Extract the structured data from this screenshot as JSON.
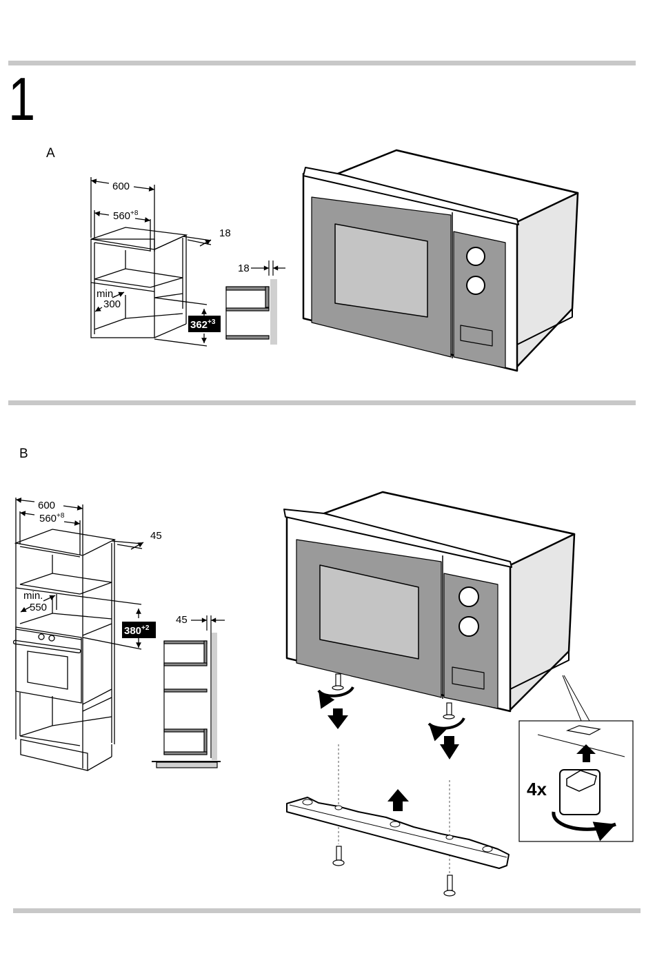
{
  "document": {
    "step_number": "1",
    "sections": [
      {
        "label": "A",
        "dimensions": {
          "cabinet_width": "600",
          "opening_width": "560",
          "opening_width_tolerance": "+8",
          "panel_thickness": "18",
          "side_panel_thickness": "18",
          "min_depth_label": "min.",
          "min_depth": "300",
          "opening_height": "362",
          "opening_height_tolerance": "+3"
        }
      },
      {
        "label": "B",
        "dimensions": {
          "cabinet_width": "600",
          "opening_width": "560",
          "opening_width_tolerance": "+8",
          "panel_thickness": "45",
          "side_panel_thickness": "45",
          "min_depth_label": "min.",
          "min_depth": "550",
          "opening_height": "380",
          "opening_height_tolerance": "+2"
        },
        "detail_callout": {
          "quantity_label": "4x"
        }
      }
    ],
    "colors": {
      "separator": "#c8c8c8",
      "appliance_panel": "#9a9a9a",
      "appliance_window": "#c4c4c4",
      "appliance_side": "#e6e6e6",
      "dimension_badge": "#000000"
    }
  }
}
